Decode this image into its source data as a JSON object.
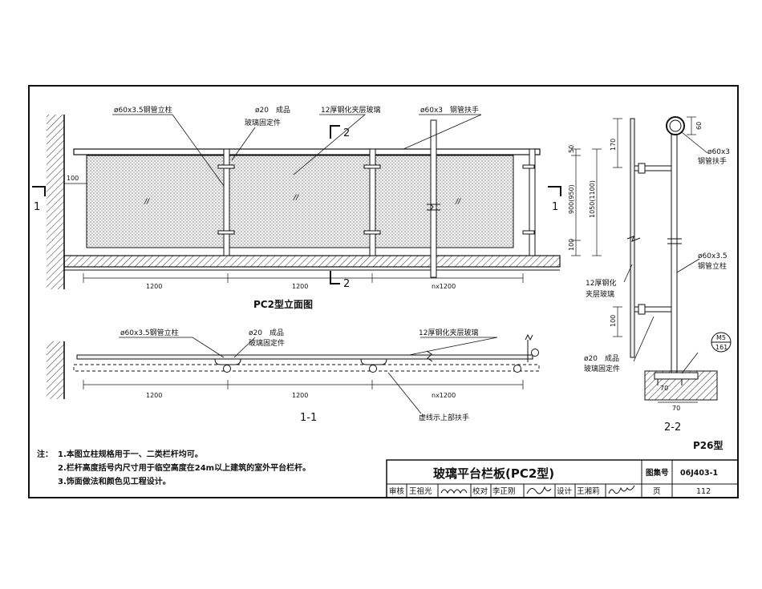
{
  "drawing": {
    "elevation": {
      "callouts": {
        "post": "ø60x3.5钢管立柱",
        "clamp_a": "ø20　成品",
        "clamp_b": "玻璃固定件",
        "glass": "12厚钢化夹层玻璃",
        "handrail": "ø60x3　钢管扶手"
      },
      "dims_bottom": [
        "1200",
        "1200",
        "nx1200"
      ],
      "dim_100": "100",
      "dims_right": {
        "top": "50",
        "mid": "900(950)",
        "total": "1050(1100)",
        "bottom": "100"
      },
      "cut_marks": {
        "left": "1",
        "right": "1",
        "top": "2",
        "bottom": "2"
      },
      "caption": "PC2型立面图"
    },
    "plan": {
      "callouts": {
        "post": "ø60x3.5钢管立柱",
        "clamp_a": "ø20　成品",
        "clamp_b": "玻璃固定件",
        "glass": "12厚钢化夹层玻璃",
        "dashed": "虚线示上部扶手"
      },
      "dims": [
        "1200",
        "1200",
        "nx1200"
      ],
      "caption": "1-1"
    },
    "section": {
      "dims": {
        "top": "170",
        "d60": "60",
        "d100": "100",
        "d70": "70"
      },
      "callouts": {
        "handrail_a": "ø60x3",
        "handrail_b": "钢管扶手",
        "post_a": "ø60x3.5",
        "post_b": "钢管立柱",
        "glass_a": "12厚钢化",
        "glass_b": "夹层玻璃",
        "clamp_a": "ø20　成品",
        "clamp_b": "玻璃固定件",
        "ref_top": "M5",
        "ref_bottom": "161"
      },
      "caption": "2-2"
    },
    "type_label": "P26型"
  },
  "notes": {
    "prefix": "注：",
    "items": [
      "1.本图立柱规格用于一、二类栏杆均可。",
      "2.栏杆高度括号内尺寸用于临空高度在24m以上建筑的室外平台栏杆。",
      "3.饰面做法和颜色见工程设计。"
    ]
  },
  "title_block": {
    "title": "玻璃平台栏板(PC2型)",
    "atlas_label": "图集号",
    "atlas_no": "06J403-1",
    "page_label": "页",
    "page_no": "112",
    "review_label": "审核",
    "reviewer": "王祖光",
    "check_label": "校对",
    "checker": "李正刚",
    "design_label": "设计",
    "designer": "王湘莉"
  }
}
